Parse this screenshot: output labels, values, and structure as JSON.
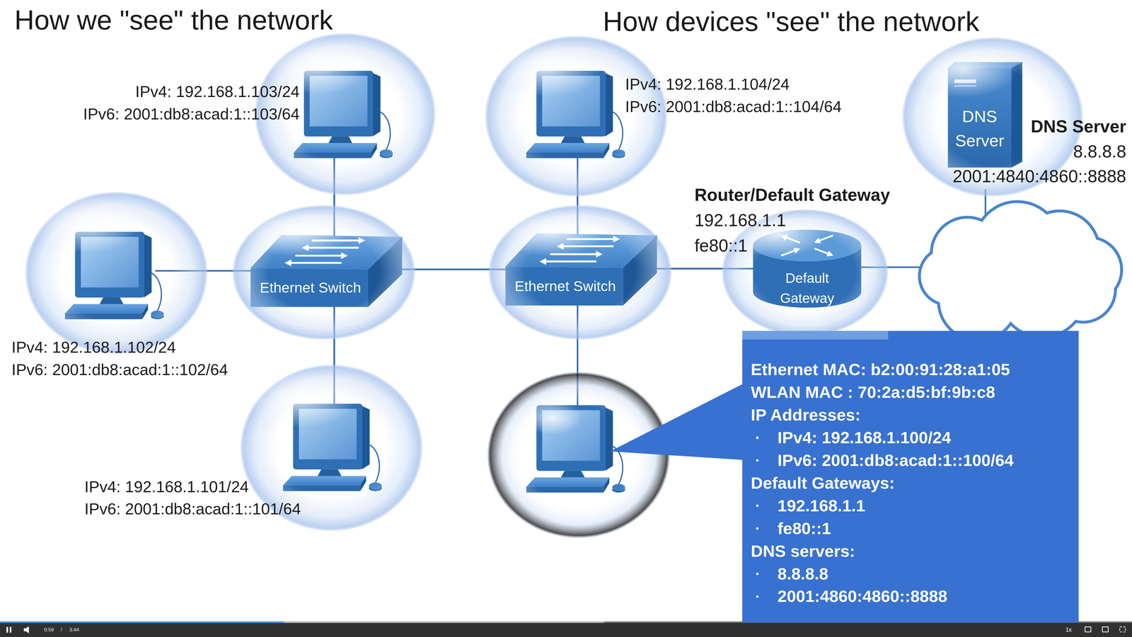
{
  "diagram": {
    "nodes": [
      {
        "text": [
          "IPv4: 192.168.1.103/24",
          "IPv6: 2001:db8:acad:1::103/64"
        ]
      },
      {
        "text": [
          "IPv4: 192.168.1.104/24",
          "IPv6: 2001:db8:acad:1::104/64"
        ]
      },
      {
        "text": [
          "DNS Server",
          "DNS Server",
          "8.8.8.8",
          "2001:4840:4860::8888"
        ]
      },
      {
        "text": [
          "IPv4: 192.168.1.102/24",
          "IPv6: 2001:db8:acad:1::102/64"
        ]
      },
      {
        "text": [
          "Ethernet Switch"
        ]
      },
      {
        "text": [
          "Ethernet Switch"
        ]
      },
      {
        "text": [
          "Default Gateway",
          "Router/Default Gateway",
          "192.168.1.1",
          "fe80::1"
        ]
      },
      {
        "text": [
          "IPv4: 192.168.1.101/24",
          "IPv6: 2001:db8:acad:1::101/64"
        ]
      },
      {
        "text": [
          "Ethernet MAC: b2:00:91:28:a1:05",
          "WLAN MAC : 70:2a:d5:bf:9b:c8",
          "IP Addresses:",
          "IPv4: 192.168.1.100/24",
          "IPv6: 2001:db8:acad:1::100/64",
          "Default Gateways:",
          "192.168.1.1",
          "fe80::1",
          "DNS servers:",
          "8.8.8.8",
          "2001:4860:4860::8888"
        ]
      }
    ],
    "edges": [
      {
        "from": 3,
        "to": 4,
        "arrow": "none"
      },
      {
        "from": 0,
        "to": 4,
        "arrow": "none"
      },
      {
        "from": 7,
        "to": 4,
        "arrow": "none"
      },
      {
        "from": 4,
        "to": 5,
        "arrow": "none"
      },
      {
        "from": 1,
        "to": 5,
        "arrow": "none"
      },
      {
        "from": 5,
        "to": 6,
        "arrow": "none"
      }
    ],
    "labels": [
      "How we \"see\" the network",
      "How devices \"see\" the network",
      "0:56",
      "/",
      "3:44",
      "1x"
    ]
  }
}
